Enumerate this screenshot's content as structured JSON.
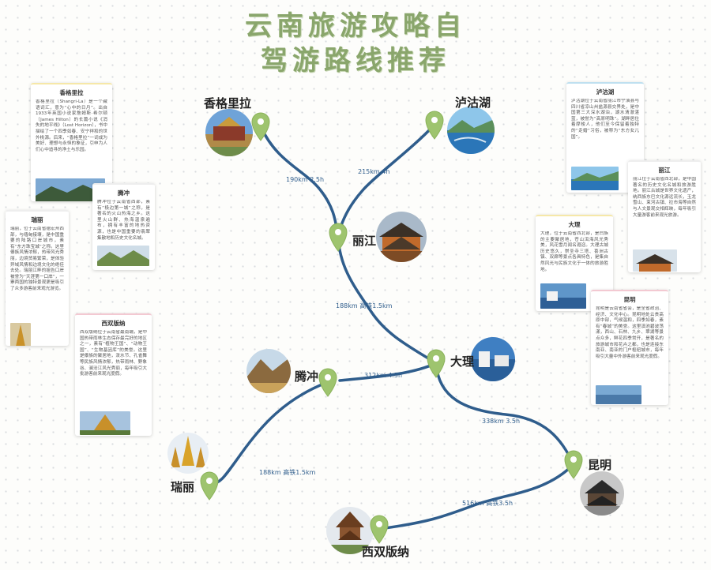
{
  "title": {
    "line1": "云南旅游攻略自",
    "line2": "驾游路线推荐"
  },
  "cities": {
    "shangrila": "香格里拉",
    "lugu": "泸沽湖",
    "lijiang": "丽江",
    "dali": "大理",
    "tengchong": "腾冲",
    "ruili": "瑞丽",
    "kunming": "昆明",
    "xishuangbanna": "西双版纳"
  },
  "routes": {
    "shangrila_lijiang": "190km 2.5h",
    "lugu_lijiang": "215km 4h",
    "lijiang_dali": "188km 高铁1.5km",
    "dali_tengchong": "312km 4.5h",
    "dali_kunming": "338km 3.5h",
    "tengchong_ruili": "188km 高铁1.5km",
    "kunming_xishuangbanna": "516km 高铁3.5h"
  },
  "cards": {
    "shangrila": {
      "title": "香格里拉",
      "text": "香格里拉（Shangri-La）是一个藏语词汇，意为“心中的日月”。出自1933年英国小说家詹姆斯·希尔顿（James Hilton）的长篇小说《消失的地平线》（Lost Horizon），书中描绘了一个四季如春、安宁祥和的世外桃源。后来，“香格里拉”一词成为美好、理想与永恒的象征，引申为人们心中追寻的净土与乐园。"
    },
    "tengchong": {
      "title": "腾冲",
      "text": "腾冲位于云南省西部，素有“极边第一城”之称，是著名的火山热海之乡。这里火山群、热海温泉遍布，拥有丰富的地热资源，也是中国重要的翡翠集散地和历史文化名城。"
    },
    "ruili": {
      "title": "瑞丽",
      "text": "瑞丽，位于云南省德宏州西部，与缅甸接壤，是中国重要的陆路口岸城市，素有“东方珠宝城”之称。这里傣族风情浓郁，热带风光秀丽，边境贸易繁荣，是体验异域风情和边境文化的绝佳去处。瑞丽江畔的姐告口岸被誉为“天涯第一口岸”，一寨两国的独特景观更是吸引了众多游客前来观光游览。"
    },
    "xishuangbanna": {
      "title": "西双版纳",
      "text": "西双版纳位于云南省最南端，是中国热带雨林生态保存最完好的地区之一，素有“植物王国”、“动物王国”、“生物基因库”的美誉。这里是傣族的聚居地，泼水节、孔雀舞等民族风情浓郁，热带雨林、野象谷、澜沧江风光秀丽，每年吸引大批游客前来观光度假。"
    },
    "lugu": {
      "title": "泸沽湖",
      "text": "泸沽湖位于云南省丽江市宁蒗县与四川省凉山州盐源县交界处，是中国第三大深水湖泊，湖水清澈湛蓝，被誉为“高原明珠”。湖畔居住着摩梭人，他们至今保留着独特的“走婚”习俗，被称为“东方女儿国”。"
    },
    "lijiang": {
      "title": "丽江",
      "text": "丽江位于云南省西北部，是中国著名的历史文化名城和旅游胜地。丽江古城是世界文化遗产，纳西族东巴文化源远流长，玉龙雪山、束河古镇、拉市海等自然与人文景观交相辉映，每年吸引大量游客前来观光旅游。"
    },
    "dali": {
      "title": "大理",
      "text": "大理，位于云南省西北部，是白族的主要聚居地，苍山洱海风光秀美，风花雪月闻名遐迩。大理古城历史悠久，崇圣寺三塔、喜洲古镇、双廊等景点各具特色，是集自然风光与民族文化于一体的旅游胜地。"
    },
    "kunming": {
      "title": "昆明",
      "text": "昆明是云南省省会，是全省政治、经济、文化中心。昆明地处云贵高原中部，气候温和，四季如春，素有“春城”的美誉。这里滇池碧波荡漾，西山、石林、九乡、翠湖等景点众多，鲜花四季常开，是著名的旅游城市和花卉之都，也是连接东南亚、南亚的门户枢纽城市，每年吸引大量中外游客前来观光度假。"
    }
  },
  "colors": {
    "title": "#8aa66c",
    "route": "#2f5d8c",
    "pin": "#9ec46e",
    "pin_dot": "#ffffff"
  }
}
